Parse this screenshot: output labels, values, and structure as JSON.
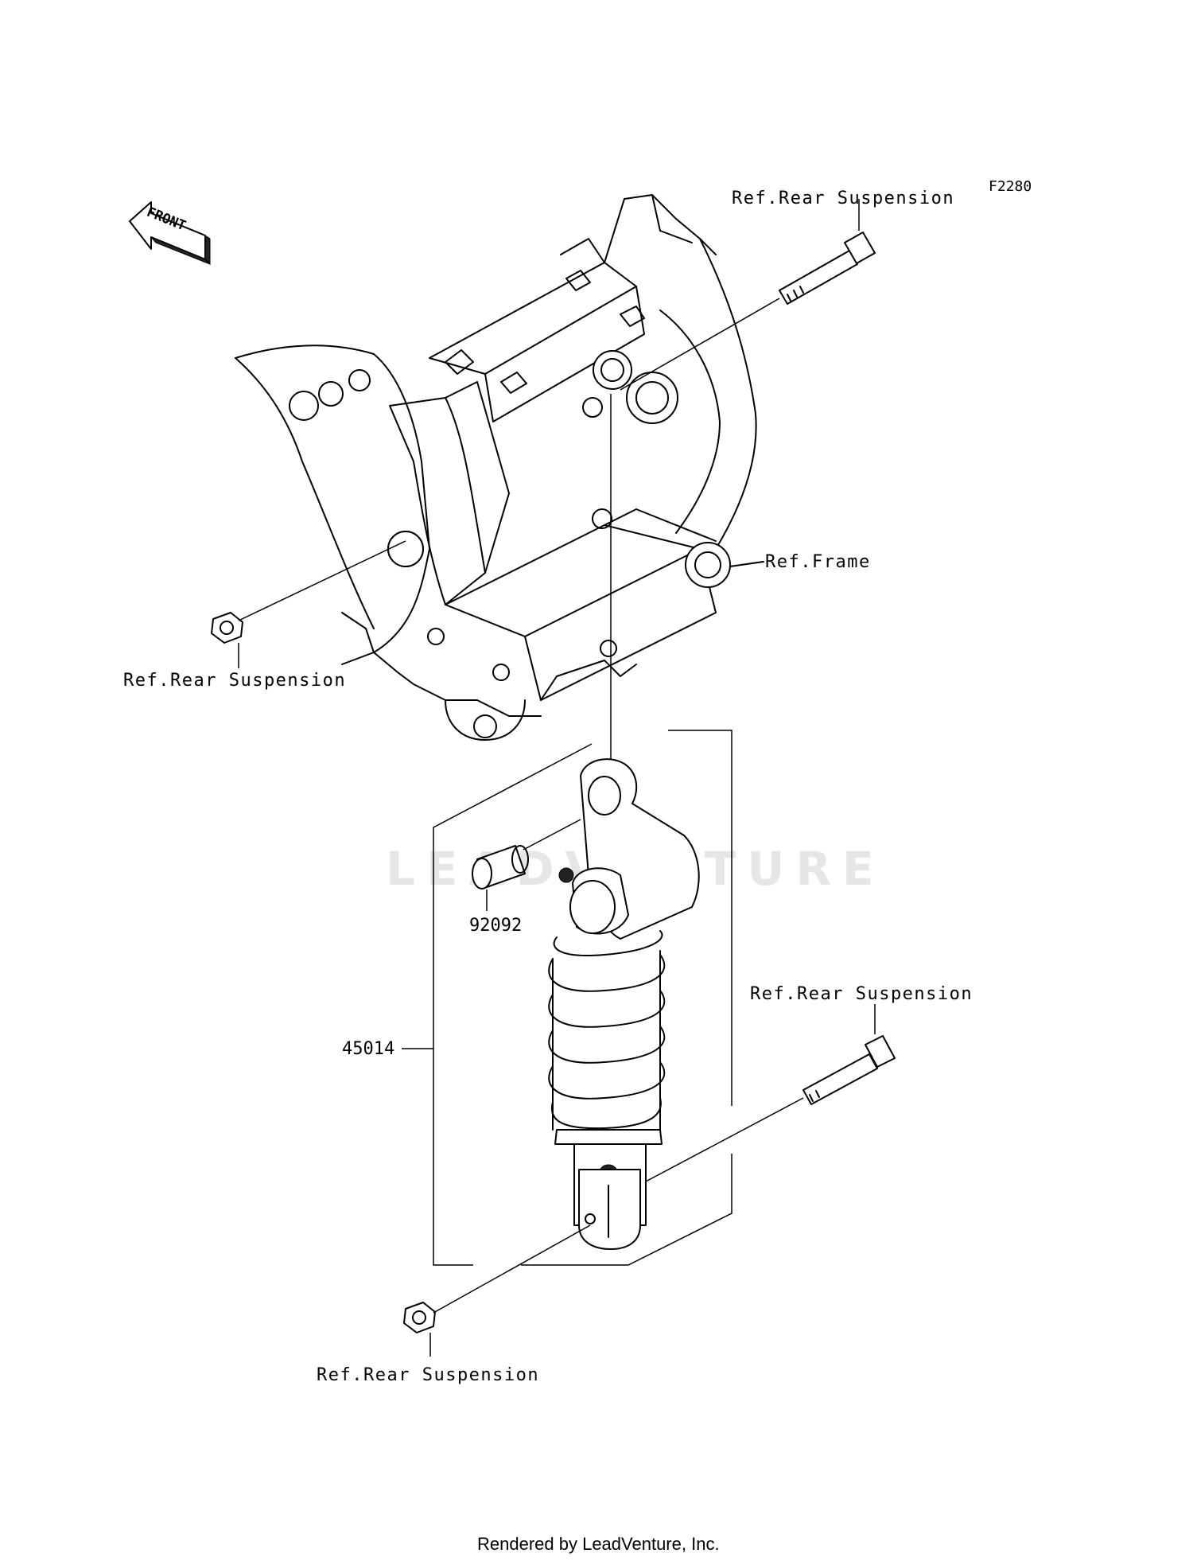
{
  "diagram_code": "F2280",
  "front_indicator": "FRONT",
  "watermark": "LEADVENTURE",
  "callouts": {
    "bolt_top": "Ref.Rear Suspension",
    "nut_left": "Ref.Rear Suspension",
    "frame": "Ref.Frame",
    "bolt_bottom": "Ref.Rear Suspension",
    "nut_bottom": "Ref.Rear Suspension"
  },
  "parts": {
    "bushing": "92092",
    "shock_absorber": "45014"
  },
  "footer": "Rendered by LeadVenture, Inc."
}
